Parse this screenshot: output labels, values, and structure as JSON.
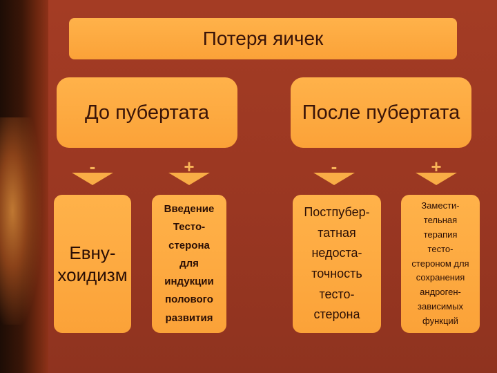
{
  "title": "Потеря яичек",
  "phases": [
    {
      "label": "До пубертата"
    },
    {
      "label": "После пубертата"
    }
  ],
  "branches": [
    {
      "sign": "-",
      "lines": [
        "Евну-",
        "хоидизм"
      ]
    },
    {
      "sign": "+",
      "lines": [
        "Введение",
        "Тесто-",
        "стерона",
        "для",
        "индукции",
        "полового",
        "развития"
      ]
    },
    {
      "sign": "-",
      "lines": [
        "Постпубер-",
        "татная",
        "недоста-",
        "точность",
        "тесто-",
        "стерона"
      ]
    },
    {
      "sign": "+",
      "lines": [
        "Замести-",
        "тельная",
        "терапия",
        "тесто-",
        "стероном для",
        "сохранения",
        "андроген-",
        "зависимых",
        "функций"
      ]
    }
  ],
  "colors": {
    "box": "#fba238",
    "background": "#9a3722",
    "text": "#3a1408",
    "sign": "#f8b458"
  }
}
